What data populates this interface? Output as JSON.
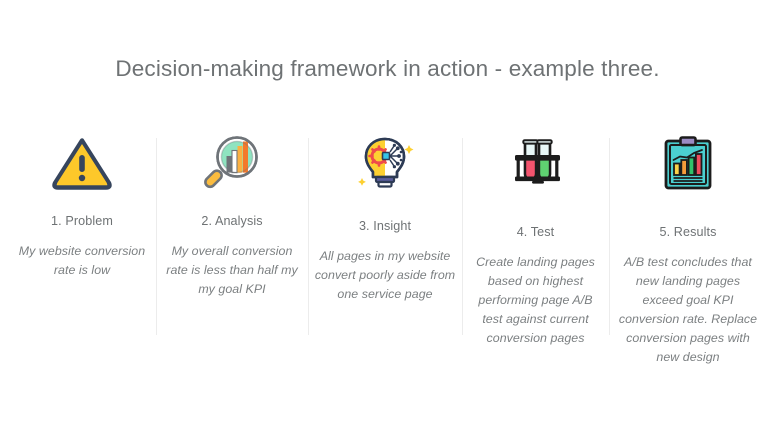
{
  "slide": {
    "title": "Decision-making framework in action - example three.",
    "background_color": "#ffffff",
    "title_color": "#6e7274",
    "divider_color": "#ececec"
  },
  "steps": [
    {
      "icon": "warning-triangle-icon",
      "label": "1. Problem",
      "description": "My website conversion rate is low",
      "colors": {
        "fill": "#ffd034",
        "fill_dark": "#f9bd16",
        "outline": "#36455d",
        "mark": "#ffffff"
      }
    },
    {
      "icon": "magnifier-bar-chart-icon",
      "label": "2. Analysis",
      "description": "My overall conversion rate is less than half my my goal KPI",
      "colors": {
        "lens": "#8fe3c0",
        "rim": "#6f7479",
        "handle": "#fbbc3f",
        "bar_gray": "#6f7479",
        "bar_white": "#ffffff",
        "bar_yellow": "#fcb040",
        "bar_orange": "#f4792b"
      }
    },
    {
      "icon": "lightbulb-gear-circuit-icon",
      "label": "3. Insight",
      "description": "All pages in my website convert poorly aside from one service page",
      "colors": {
        "bulb_yellow": "#fdd031",
        "bulb_white": "#ffffff",
        "outline": "#2d3b55",
        "gear": "#ef4b4b",
        "chip": "#35c5e8",
        "base": "#5b5f9e",
        "sparkle": "#fdd031"
      }
    },
    {
      "icon": "test-tubes-rack-icon",
      "label": "4. Test",
      "description": "Create landing pages based on highest performing page A/B test against current conversion pages",
      "colors": {
        "rack": "#1c1c1c",
        "glass": "#e8f7f7",
        "liquid_red": "#f4546e",
        "liquid_green": "#5fd271"
      }
    },
    {
      "icon": "clipboard-report-icon",
      "label": "5. Results",
      "description": "A/B test concludes that new landing pages exceed goal KPI conversion rate. Replace conversion pages with new design",
      "colors": {
        "board": "#4bcfd0",
        "outline": "#1c1c1c",
        "clip": "#9b8cc4",
        "bar_yellow": "#fad24a",
        "bar_orange": "#f79c3a",
        "bar_green": "#2fc26a",
        "bar_red": "#ef4b5c"
      }
    }
  ]
}
